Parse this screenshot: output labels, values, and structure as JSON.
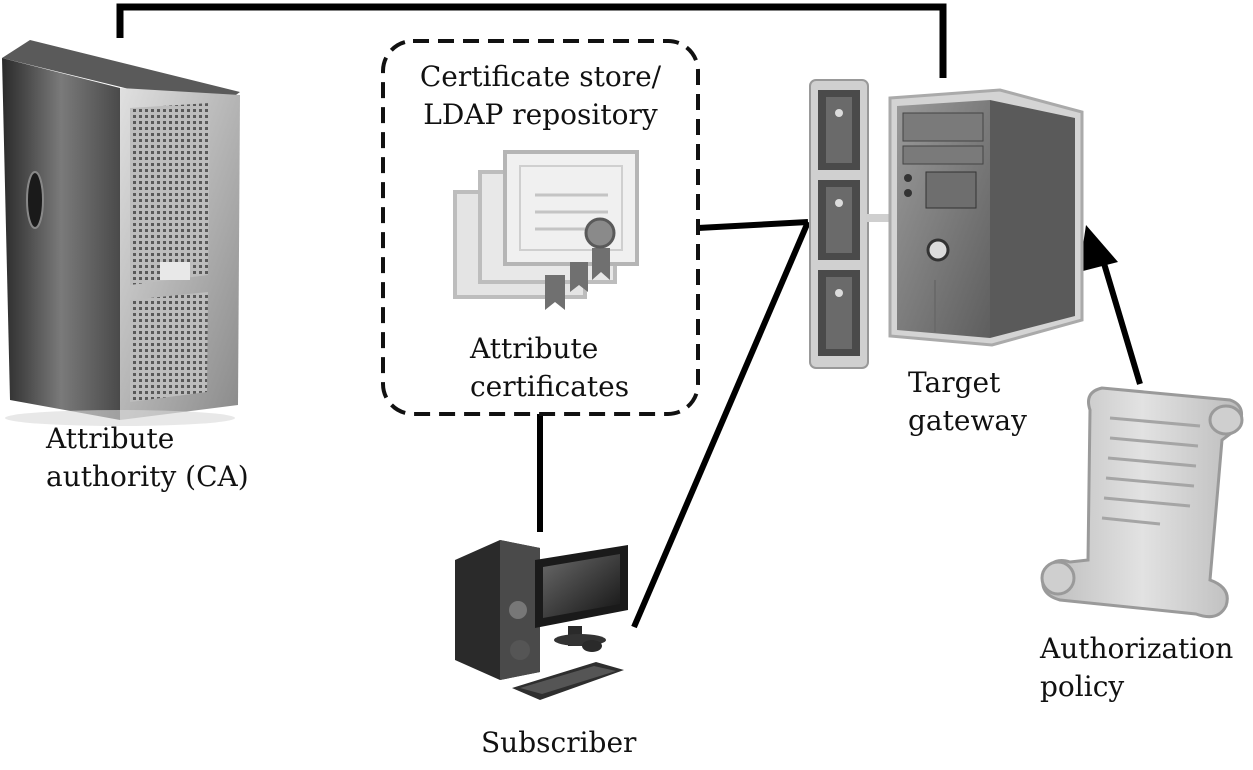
{
  "labels": {
    "attribute_authority": [
      "Attribute",
      "authority (CA)"
    ],
    "certificate_store": [
      "Certificate store/",
      "LDAP repository"
    ],
    "attribute_certificates": [
      "Attribute",
      "certificates"
    ],
    "target_gateway": [
      "Target",
      "gateway"
    ],
    "subscriber": "Subscriber",
    "authorization_policy": [
      "Authorization",
      "policy"
    ]
  },
  "icons": {
    "attribute_authority": "server-tower-icon",
    "certificates": "certificate-stack-icon",
    "target_gateway": "server-rack-with-tower-icon",
    "subscriber": "desktop-computer-icon",
    "authorization_policy": "scroll-document-icon"
  },
  "connections": [
    {
      "from": "attribute_authority",
      "to": "target_gateway",
      "style": "solid"
    },
    {
      "from": "certificate_store",
      "to": "target_gateway",
      "style": "solid"
    },
    {
      "from": "certificate_store",
      "to": "subscriber",
      "style": "solid"
    },
    {
      "from": "subscriber",
      "to": "target_gateway",
      "style": "solid"
    },
    {
      "from": "authorization_policy",
      "to": "target_gateway",
      "style": "arrow"
    }
  ],
  "colors": {
    "line": "#000000",
    "server_dark": "#3c3c3c",
    "server_light": "#bdbdbd",
    "certificate": "#d6d6d6",
    "scroll": "#c8c8c8"
  }
}
